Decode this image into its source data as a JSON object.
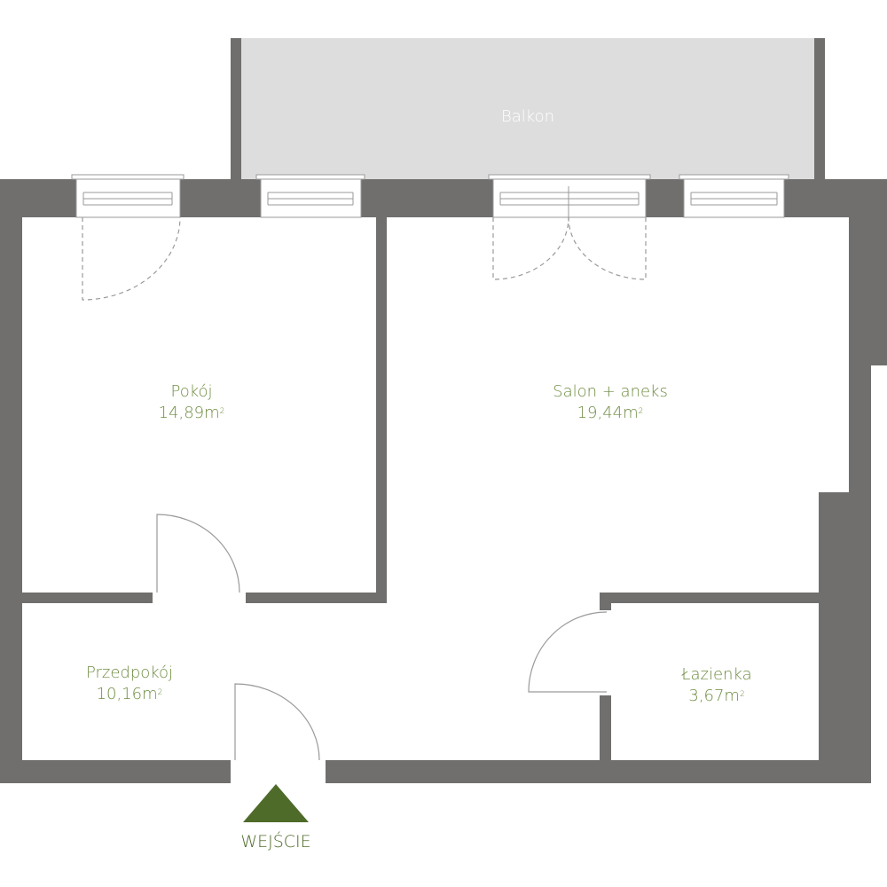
{
  "colors": {
    "wall": "#706f6d",
    "balcony": "#dcdddc",
    "label": "#6f8c42",
    "entrance": "#4f6b2a"
  },
  "balcony": {
    "name": "Balkon"
  },
  "rooms": [
    {
      "name": "Pokój",
      "area": "14,89m",
      "unit_sup": "2"
    },
    {
      "name": "Salon + aneks",
      "area": "19,44m",
      "unit_sup": "2"
    },
    {
      "name": "Przedpokój",
      "area": "10,16m",
      "unit_sup": "2"
    },
    {
      "name": "Łazienka",
      "area": "3,67m",
      "unit_sup": "2"
    }
  ],
  "entrance": {
    "label": "WEJŚCIE",
    "icon": "triangle-up-icon"
  }
}
